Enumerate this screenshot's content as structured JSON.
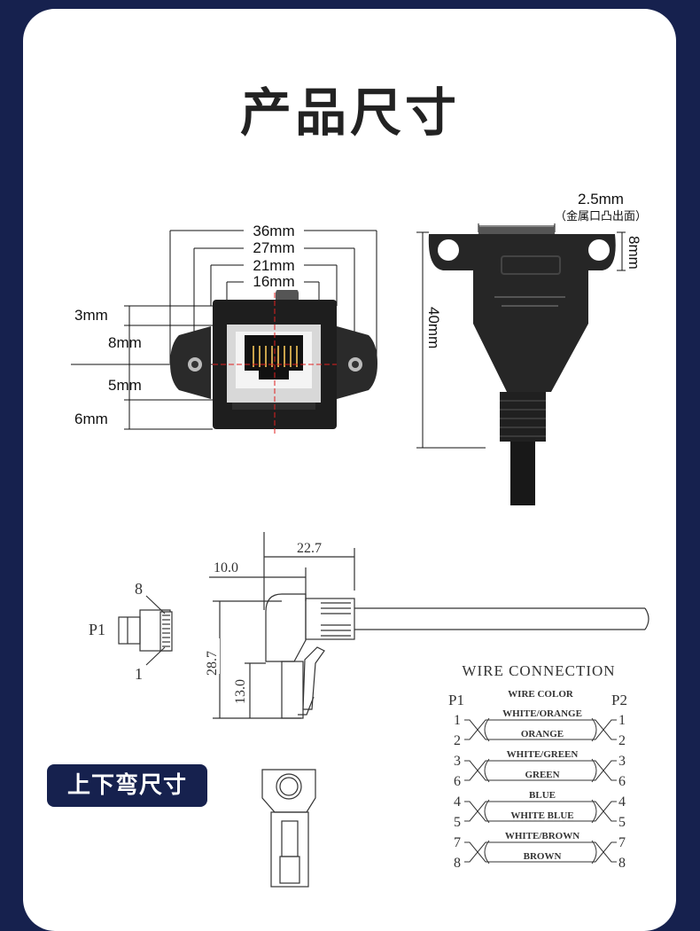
{
  "page": {
    "title": "产品尺寸",
    "badge": "上下弯尺寸",
    "colors": {
      "background": "#16214e",
      "card": "#ffffff",
      "badge": "#16214e",
      "guide_red": "#e02020"
    }
  },
  "front_view": {
    "widths": [
      "36mm",
      "27mm",
      "21mm",
      "16mm"
    ],
    "heights": [
      "3mm",
      "8mm",
      "5mm",
      "6mm"
    ]
  },
  "side_view": {
    "height": "40mm",
    "flange": "8mm",
    "offset": "2.5mm",
    "offset_note": "（金属口凸出面）"
  },
  "plug_drawing": {
    "label_p1": "P1",
    "pin_top": "8",
    "pin_bottom": "1",
    "dim_22_7": "22.7",
    "dim_10_0": "10.0",
    "dim_28_7": "28.7",
    "dim_13_0": "13.0"
  },
  "wire_connection": {
    "title": "WIRE CONNECTION",
    "left_label": "P1",
    "right_label": "P2",
    "header": "WIRE COLOR",
    "pairs": [
      {
        "top": "WHITE/ORANGE",
        "bottom": "ORANGE",
        "pins": [
          "1",
          "2"
        ]
      },
      {
        "top": "WHITE/GREEN",
        "bottom": "GREEN",
        "pins": [
          "3",
          "6"
        ]
      },
      {
        "top": "BLUE",
        "bottom": "WHITE BLUE",
        "pins": [
          "4",
          "5"
        ]
      },
      {
        "top": "WHITE/BROWN",
        "bottom": "BROWN",
        "pins": [
          "7",
          "8"
        ]
      }
    ]
  }
}
